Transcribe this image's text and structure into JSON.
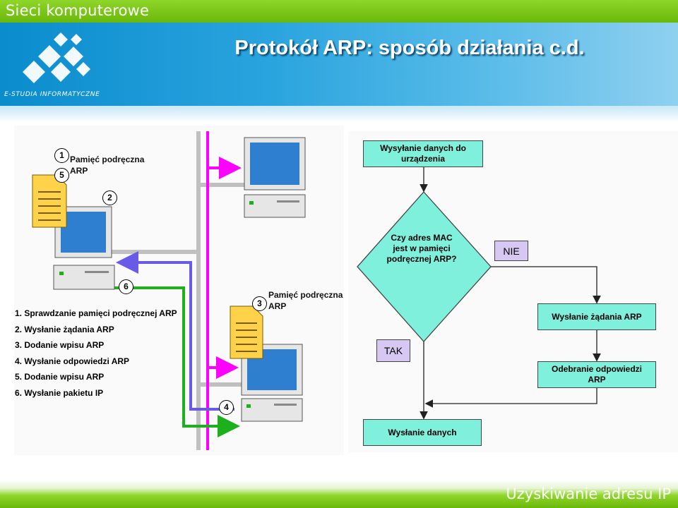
{
  "header": {
    "course": "Sieci komputerowe",
    "title": "Protokół ARP: sposób działania c.d.",
    "logo_text": "E-STUDIA INFORMATYCZNE"
  },
  "footer": {
    "text": "Uzyskiwanie adresu IP"
  },
  "network": {
    "host_a_cache": {
      "line1": "Pamięć podręczna",
      "line2": "ARP"
    },
    "host_b_cache": {
      "line1": "Pamięć podręczna",
      "line2": "ARP"
    },
    "markers": [
      "1",
      "5",
      "2",
      "6",
      "3",
      "4"
    ],
    "steps": [
      "1. Sprawdzanie pamięci podręcznej ARP",
      "2. Wysłanie żądania ARP",
      "3. Dodanie wpisu ARP",
      "4. Wysłanie odpowiedzi ARP",
      "5. Dodanie wpisu ARP",
      "6. Wysłanie pakietu IP"
    ],
    "colors": {
      "bus": "#c0c0c0",
      "request": "#ff00ff",
      "reply": "#6a5ae8",
      "data": "#1cb01c",
      "cache_doc": "#ffd24a",
      "screen": "#2e7fd0"
    }
  },
  "flowchart": {
    "start": "Wysyłanie danych do urządzenia",
    "decision": "Czy adres MAC jest w pamięci podręcznej ARP?",
    "no_label": "NIE",
    "yes_label": "TAK",
    "request": "Wysłanie żądania ARP",
    "reply": "Odebranie odpowiedzi ARP",
    "send": "Wysłanie danych",
    "colors": {
      "box": "#7ff0dc",
      "tag": "#d6c8f2"
    }
  }
}
